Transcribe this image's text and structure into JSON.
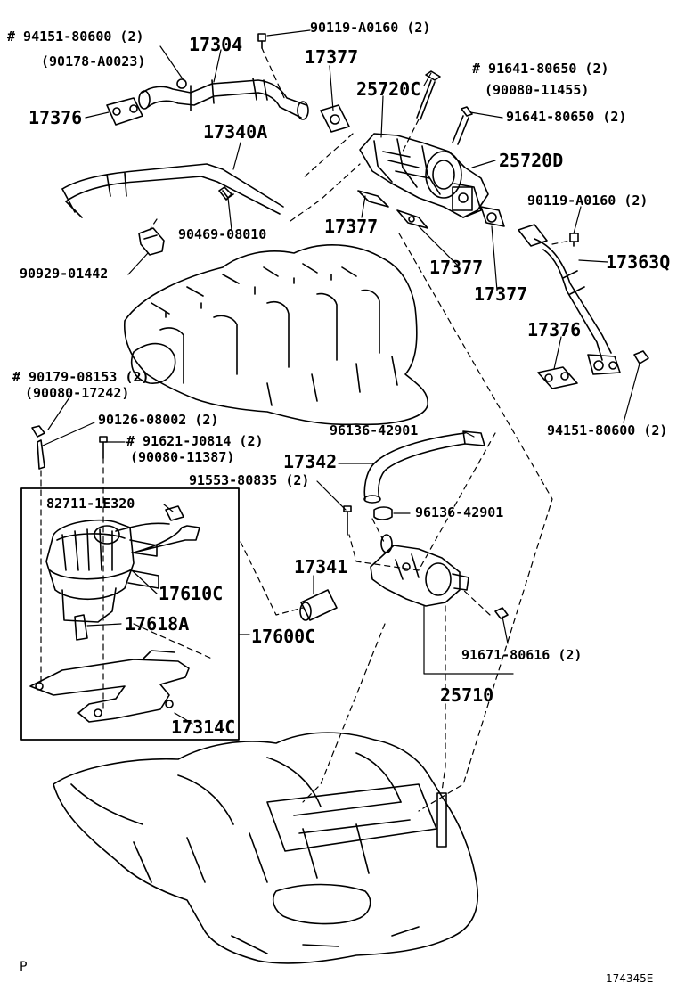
{
  "callouts": {
    "c94151_80600_top": "# 94151-80600 (2)",
    "c90178_A0023": "(90178-A0023)",
    "c17304": "17304",
    "c90119_A0160_top": "90119-A0160 (2)",
    "c17377_a": "17377",
    "c91641_80650_alt": "# 91641-80650 (2)",
    "c90080_11455": "(90080-11455)",
    "c25720C": "25720C",
    "c91641_80650": "91641-80650 (2)",
    "c17376_top": "17376",
    "c17340A": "17340A",
    "c25720D": "25720D",
    "c90119_A0160_right": "90119-A0160 (2)",
    "c17377_b": "17377",
    "c90469_08010": "90469-08010",
    "c17377_c": "17377",
    "c17363Q": "17363Q",
    "c90929_01442": "90929-01442",
    "c17377_d": "17377",
    "c17376_right": "17376",
    "c90179_08153": "# 90179-08153 (2)",
    "c90080_17242": "(90080-17242)",
    "c90126_08002": "90126-08002 (2)",
    "c96136_42901_top": "96136-42901",
    "c94151_80600_right": "94151-80600 (2)",
    "c91621_J0814": "# 91621-J0814 (2)",
    "c90080_11387": "(90080-11387)",
    "c17342": "17342",
    "c91553_80835": "91553-80835 (2)",
    "c82711_1E320": "82711-1E320",
    "c96136_42901_bottom": "96136-42901",
    "c17341": "17341",
    "c17610C": "17610C",
    "c17618A": "17618A",
    "c17600C": "17600C",
    "c91671_80616": "91671-80616 (2)",
    "c25710": "25710",
    "c17314C": "17314C"
  },
  "footer": {
    "corner_mark": "P",
    "diagram_id": "174345E"
  }
}
